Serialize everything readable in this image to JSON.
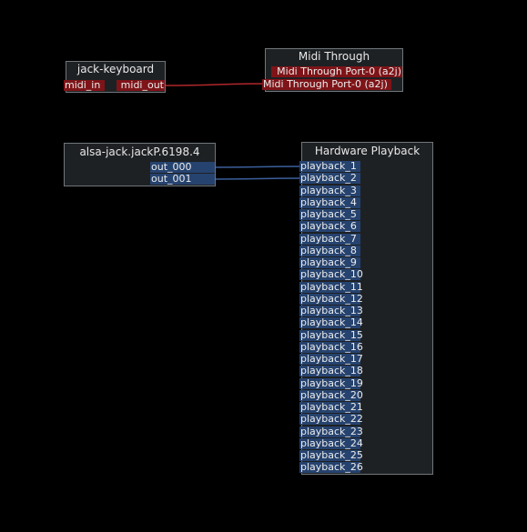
{
  "colors": {
    "background": "#000000",
    "client_box": "#1e2124",
    "client_border": "#70767b",
    "midi_port": "#7e1418",
    "audio_port": "#26436f",
    "midi_wire": "#b0272c",
    "audio_wire": "#3b5f9c"
  },
  "clients": {
    "jack_keyboard": {
      "title": "jack-keyboard",
      "ports": {
        "in": "midi_in",
        "out": "midi_out"
      }
    },
    "midi_through": {
      "title": "Midi Through",
      "ports": {
        "out": "Midi Through Port-0 (a2j)",
        "in": "Midi Through Port-0 (a2j)"
      }
    },
    "alsa_jack": {
      "title": "alsa-jack.jackP.6198.4",
      "ports": [
        "out_000",
        "out_001"
      ]
    },
    "hardware_playback": {
      "title": "Hardware Playback",
      "ports": [
        "playback_1",
        "playback_2",
        "playback_3",
        "playback_4",
        "playback_5",
        "playback_6",
        "playback_7",
        "playback_8",
        "playback_9",
        "playback_10",
        "playback_11",
        "playback_12",
        "playback_13",
        "playback_14",
        "playback_15",
        "playback_16",
        "playback_17",
        "playback_18",
        "playback_19",
        "playback_20",
        "playback_21",
        "playback_22",
        "playback_23",
        "playback_24",
        "playback_25",
        "playback_26"
      ]
    }
  },
  "connections": [
    {
      "from": "jack-keyboard:midi_out",
      "to": "Midi Through:Midi Through Port-0 (a2j)",
      "type": "midi"
    },
    {
      "from": "alsa-jack.jackP.6198.4:out_000",
      "to": "Hardware Playback:playback_1",
      "type": "audio"
    },
    {
      "from": "alsa-jack.jackP.6198.4:out_001",
      "to": "Hardware Playback:playback_2",
      "type": "audio"
    }
  ]
}
